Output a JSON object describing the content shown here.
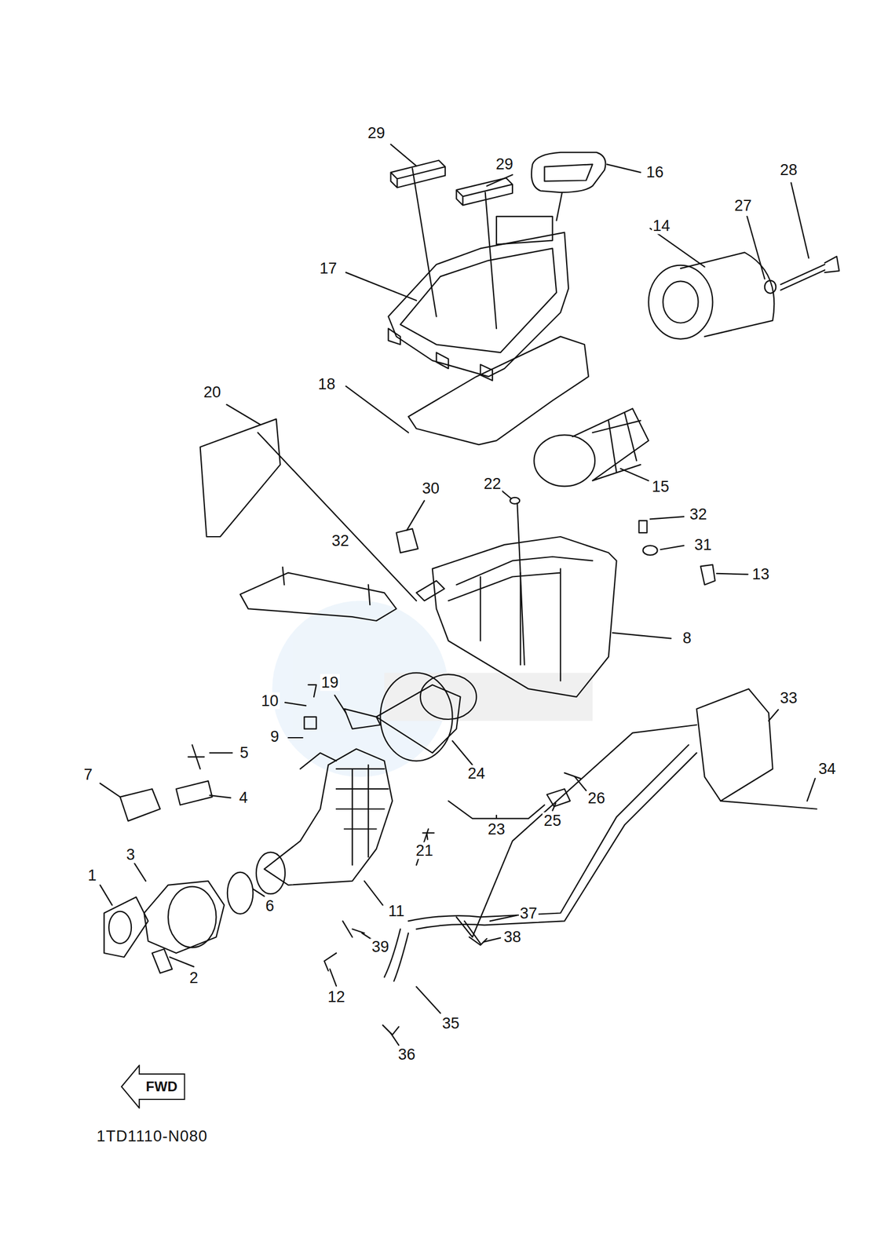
{
  "diagram": {
    "nodes": [
      {
        "text": [
          "FWD"
        ]
      }
    ],
    "labels": [
      "29",
      "29",
      "16",
      "28",
      "27",
      "14",
      "17",
      "18",
      "20",
      "30",
      "22",
      "15",
      "32",
      "32",
      "31",
      "13",
      "8",
      "33",
      "19",
      "10",
      "9",
      "5",
      "24",
      "34",
      "26",
      "4",
      "7",
      "25",
      "23",
      "21",
      "3",
      "1",
      "6",
      "11",
      "37",
      "38",
      "39",
      "2",
      "12",
      "35",
      "36",
      "1TD1110-N080"
    ]
  }
}
